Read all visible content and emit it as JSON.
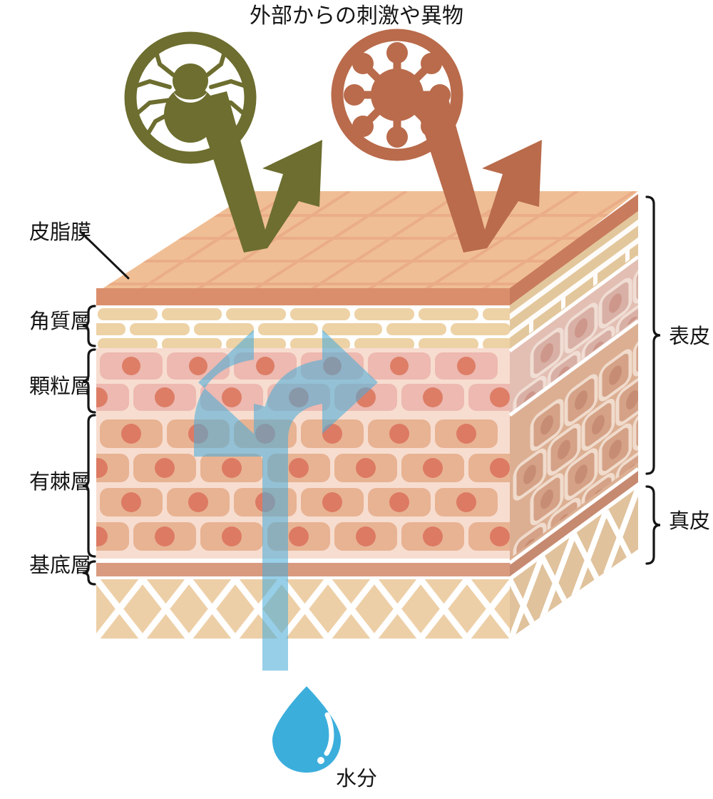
{
  "title": "外部からの刺激や異物",
  "diagram": {
    "kind": "skin-cross-section-3d",
    "left_labels": [
      {
        "id": "sebum",
        "text": "皮脂膜",
        "marker": "leader-line"
      },
      {
        "id": "corneum",
        "text": "角質層",
        "marker": "curly-brace"
      },
      {
        "id": "granular",
        "text": "顆粒層",
        "marker": "curly-brace"
      },
      {
        "id": "spinous",
        "text": "有棘層",
        "marker": "curly-brace"
      },
      {
        "id": "basal",
        "text": "基底層",
        "marker": "curly-brace"
      }
    ],
    "right_labels": [
      {
        "id": "epidermis",
        "text": "表皮",
        "marker": "curly-brace"
      },
      {
        "id": "dermis",
        "text": "真皮",
        "marker": "curly-brace"
      }
    ],
    "icons": [
      {
        "id": "mite",
        "name": "mite-magnifier-icon",
        "color": "#6D6E2F",
        "arrow": "bounce-arrow"
      },
      {
        "id": "virus",
        "name": "virus-magnifier-icon",
        "color": "#B96B4B",
        "arrow": "bounce-arrow"
      }
    ],
    "water": {
      "label": "水分",
      "icon_name": "water-drop-icon",
      "color": "#3BAEDC",
      "arrow_name": "moisture-retention-arrow",
      "arrow_color": "#4DADD9"
    }
  },
  "colors": {
    "sebum_film": "#DB8E6C",
    "top_surface": "#F0BE94",
    "top_surface_line": "#E9AC86",
    "corneum_brick": "#EDD2A6",
    "granular_bg": "#F7DDD0",
    "granular_cell": "#EDB9B0",
    "granular_nucleus": "#DD7A63",
    "spinous_bg": "#F7DDD0",
    "spinous_cell": "#E8B393",
    "spinous_nucleus": "#DD7A63",
    "basal_band": "#D99B80",
    "dermis_fill": "#EDCFA7",
    "side_shade": "#D9B79B",
    "text": "#151515"
  }
}
